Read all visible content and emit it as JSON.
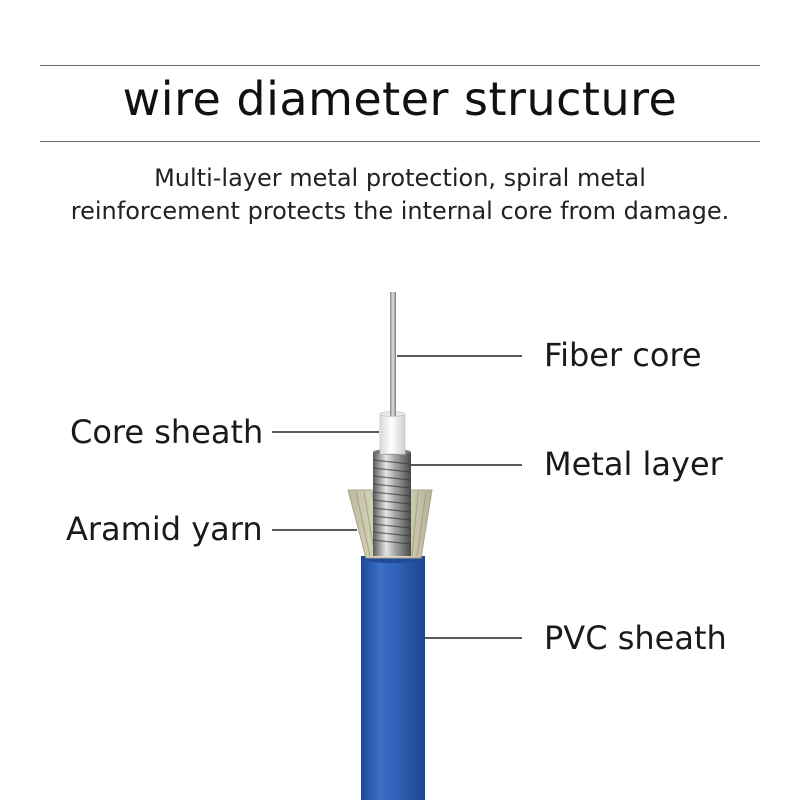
{
  "header": {
    "title": "wire diameter structure",
    "subtitle_lines": [
      "Multi-layer metal protection, spiral metal",
      "reinforcement protects the internal core from damage."
    ]
  },
  "labels": {
    "fiber_core": "Fiber core",
    "core_sheath": "Core sheath",
    "metal_layer": "Metal layer",
    "aramid_yarn": "Aramid yarn",
    "pvc_sheath": "PVC sheath"
  },
  "colors": {
    "pvc_blue": "#2f62b8",
    "aramid": "#d4d1b4",
    "metal": "#a9a9a9",
    "core_sheath": "#f4f4f4",
    "leader": "#222222"
  }
}
